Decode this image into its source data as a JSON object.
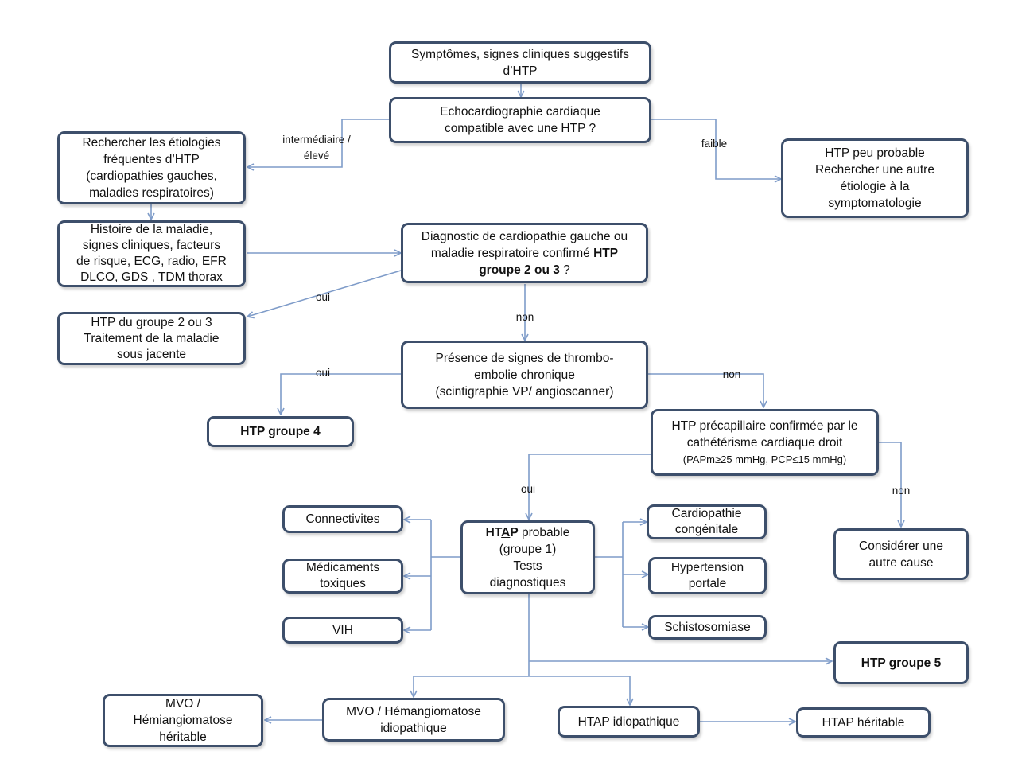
{
  "boxes": {
    "symptomes": [
      "Symptômes, signes cliniques suggestifs",
      "d’HTP"
    ],
    "echo": [
      "Echocardiographie cardiaque",
      "compatible avec une HTP ?"
    ],
    "rechercher": [
      "Rechercher les étiologies",
      "fréquentes d’HTP",
      "(cardiopathies gauches,",
      "maladies respiratoires)"
    ],
    "peu_probable": [
      "HTP peu probable",
      "Rechercher une autre",
      "étiologie à la",
      "symptomatologie"
    ],
    "histoire": [
      "Histoire de la maladie,",
      "signes cliniques, facteurs",
      "de risque, ECG, radio, EFR",
      "DLCO, GDS , TDM thorax"
    ],
    "diagnostic_line1": "Diagnostic de cardiopathie gauche ou",
    "diagnostic_line2_pre": "maladie respiratoire confirmé ",
    "diagnostic_line2_bold": "HTP",
    "diagnostic_line3_bold": "groupe 2 ou 3",
    "diagnostic_line3_rest": " ?",
    "groupe23": [
      "HTP du groupe 2 ou 3",
      "Traitement de la maladie",
      "sous jacente"
    ],
    "thrombo": [
      "Présence de signes de thrombo-",
      "embolie chronique",
      "(scintigraphie VP/ angioscanner)"
    ],
    "groupe4": "HTP groupe 4",
    "precap": [
      "HTP précapillaire confirmée par le",
      "cathétérisme cardiaque droit"
    ],
    "precap_small": "(PAPm≥25 mmHg,  PCP≤15 mmHg)",
    "htap_pre": "HT",
    "htap_underline": "A",
    "htap_post": "P",
    "htap_rest": " probable",
    "htap_lines": [
      "(groupe 1)",
      "Tests",
      "diagnostiques"
    ],
    "connectivites": "Connectivites",
    "medicaments": [
      "Médicaments",
      "toxiques"
    ],
    "vih": "VIH",
    "cardiopathie": [
      "Cardiopathie",
      "congénitale"
    ],
    "hypertension": [
      "Hypertension",
      "portale"
    ],
    "schisto": "Schistosomiase",
    "autre_cause": [
      "Considérer une",
      "autre cause"
    ],
    "groupe5": "HTP groupe 5",
    "mvo_left": [
      "MVO /",
      "Hémiangiomatose",
      "héritable"
    ],
    "mvo_mid": [
      "MVO / Hémangiomatose",
      "idiopathique"
    ],
    "htap_idio": "HTAP idiopathique",
    "htap_herit": "HTAP héritable"
  },
  "labels": {
    "intermediaire": [
      "intermédiaire /",
      "élevé"
    ],
    "faible": "faible",
    "oui_1": "oui",
    "non_1": "non",
    "oui_2": "oui",
    "non_2": "non",
    "oui_3": "oui",
    "non_3": "non"
  },
  "colors": {
    "box_border": "#3d4f6b",
    "arrow": "#7f9cc9"
  }
}
